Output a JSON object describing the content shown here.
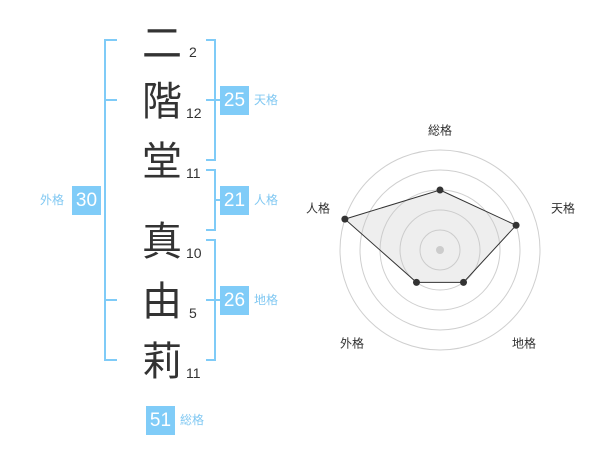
{
  "name": {
    "characters": [
      {
        "char": "二",
        "strokes": "2"
      },
      {
        "char": "階",
        "strokes": "12"
      },
      {
        "char": "堂",
        "strokes": "11"
      },
      {
        "char": "真",
        "strokes": "10"
      },
      {
        "char": "由",
        "strokes": "5"
      },
      {
        "char": "莉",
        "strokes": "11"
      }
    ]
  },
  "fortunes": {
    "tenkaku": {
      "label": "天格",
      "value": "25"
    },
    "jinkaku": {
      "label": "人格",
      "value": "21"
    },
    "chikaku": {
      "label": "地格",
      "value": "26"
    },
    "gaikaku": {
      "label": "外格",
      "value": "30"
    },
    "soukaku": {
      "label": "総格",
      "value": "51"
    }
  },
  "colors": {
    "accent": "#80ccf8",
    "bracket": "#7fcbf7",
    "text": "#333333"
  },
  "chart_data": {
    "type": "radar",
    "axes": [
      "総格",
      "天格",
      "地格",
      "外格",
      "人格"
    ],
    "values": [
      3,
      4,
      2,
      2,
      5
    ],
    "range": [
      0,
      5
    ],
    "rings": 5
  }
}
